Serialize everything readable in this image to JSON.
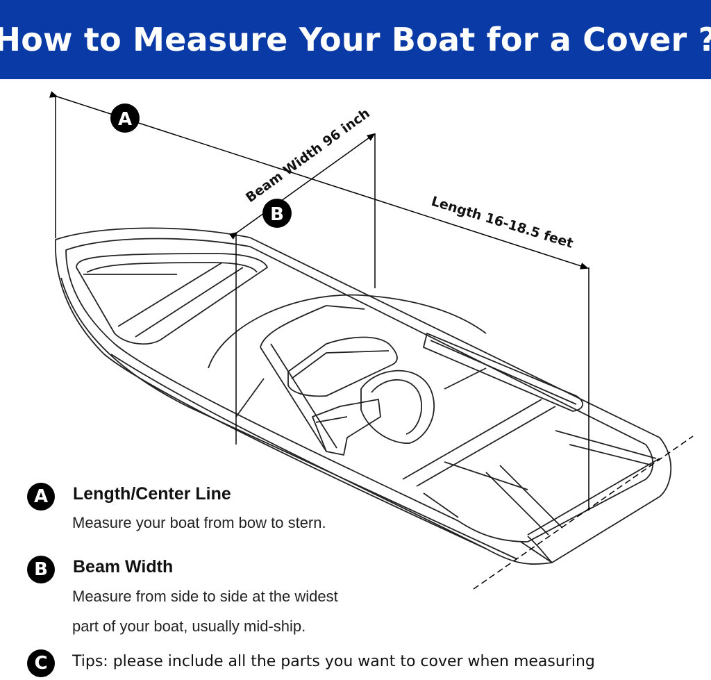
{
  "header": {
    "title": "How to Measure Your Boat for a Cover ?",
    "background_color": "#0a3aa6"
  },
  "diagram": {
    "marker_a": "A",
    "marker_b": "B",
    "beam_label": "Beam Width 96 inch",
    "length_label": "Length 16-18.5 feet"
  },
  "legend": {
    "a": {
      "badge": "A",
      "title": "Length/Center Line",
      "description": "Measure your boat from bow to stern."
    },
    "b": {
      "badge": "B",
      "title": "Beam Width",
      "description_line1": "Measure from side to side at the widest",
      "description_line2": "part of your boat, usually mid-ship."
    },
    "c": {
      "badge": "C",
      "text": "Tips: please include all the parts you want to cover when measuring"
    }
  }
}
